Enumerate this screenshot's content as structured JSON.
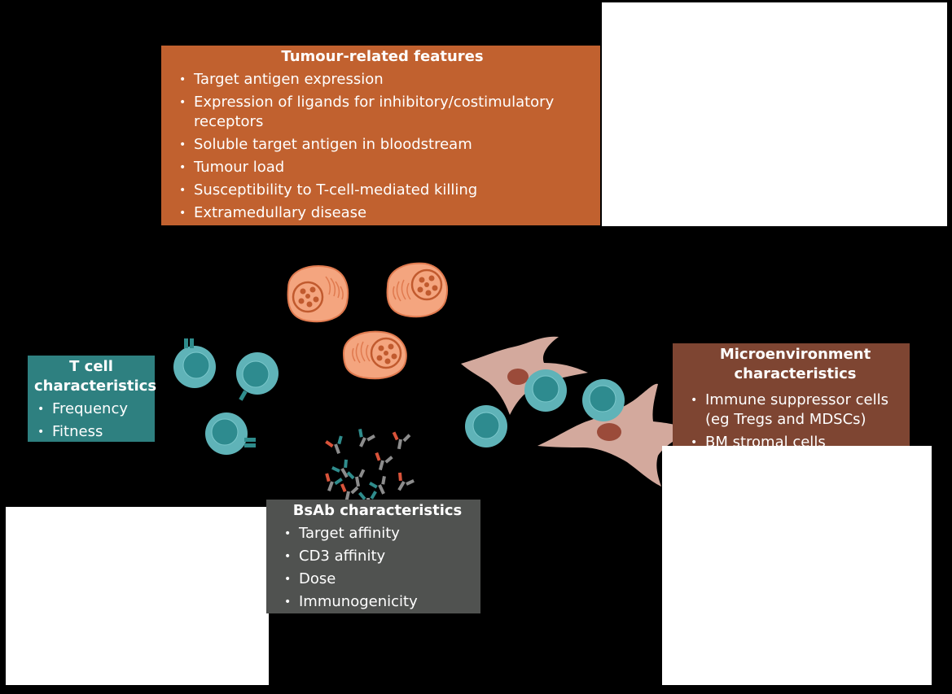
{
  "colors": {
    "background": "#000000",
    "tumour_panel": "#c1612f",
    "tcell_panel": "#2e8080",
    "micro_panel": "#7e4532",
    "bsab_panel": "#505250",
    "tumour_cell_fill": "#f4a57f",
    "tumour_cell_stroke": "#e07a4f",
    "nucleus": "#c15a2e",
    "t_cell_fill": "#5fb3b8",
    "t_cell_nucleus": "#2e8b8f",
    "stromal_cell": "#d3a99d",
    "stromal_nucleus": "#9b4b3a",
    "antibody_grey": "#8c8c8c",
    "antibody_red": "#d9533a",
    "antibody_teal": "#2f8c8c"
  },
  "tumour_panel": {
    "title": "Tumour-related features",
    "items": [
      "Target antigen expression",
      "Expression of ligands for inhibitory/costimulatory receptors",
      "Soluble target antigen in bloodstream",
      "Tumour load",
      "Susceptibility to T-cell-mediated killing",
      "Extramedullary disease"
    ]
  },
  "tcell_panel": {
    "title": "T cell characteristics",
    "items": [
      "Frequency",
      "Fitness"
    ]
  },
  "micro_panel": {
    "title": "Microenvironment characteristics",
    "items": [
      "Immune suppressor cells (eg Tregs and MDSCs)",
      "BM stromal cells"
    ]
  },
  "bsab_panel": {
    "title": "BsAb characteristics",
    "items": [
      "Target affinity",
      "CD3 affinity",
      "Dose",
      "Immunogenicity"
    ]
  },
  "icons": {
    "tumour_cell": "tumour-cell-icon",
    "t_cell": "t-cell-icon",
    "stromal_cell": "stromal-cell-icon",
    "antibody": "bispecific-antibody-icon"
  }
}
